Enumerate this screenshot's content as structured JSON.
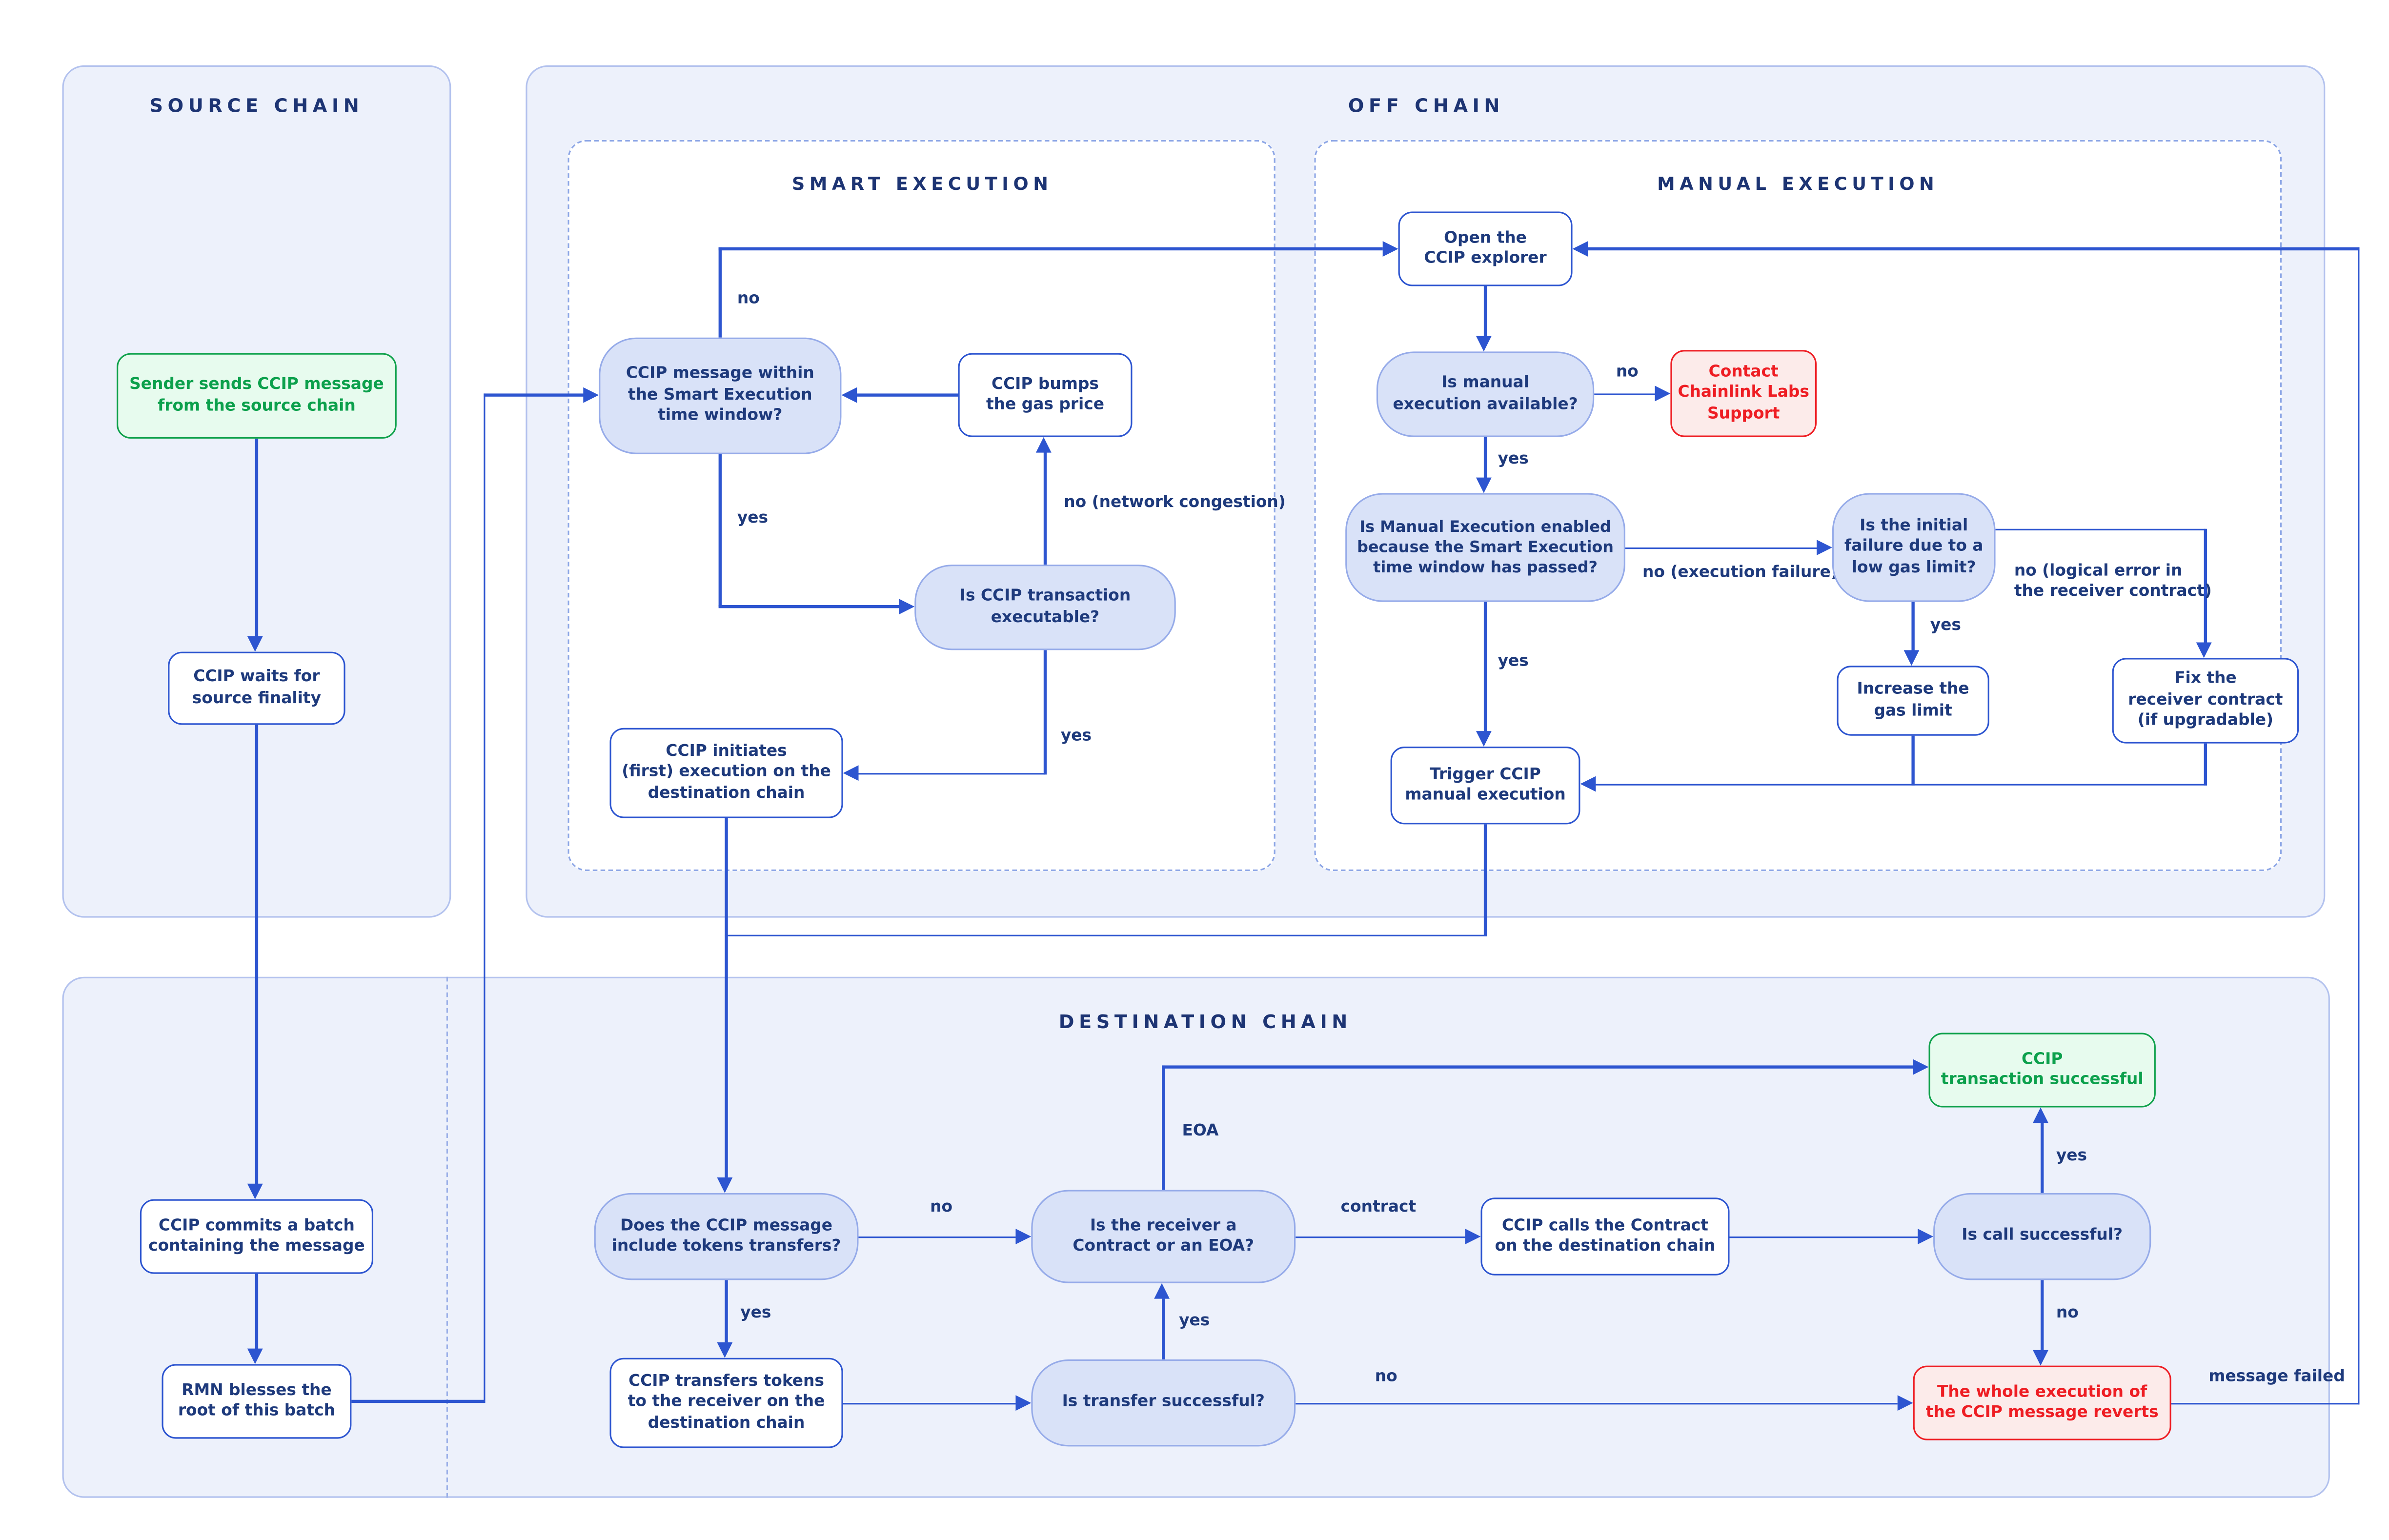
{
  "sections": {
    "source_chain": {
      "title": "SOURCE CHAIN"
    },
    "off_chain": {
      "title": "OFF CHAIN"
    },
    "smart_execution": {
      "title": "SMART EXECUTION"
    },
    "manual_execution": {
      "title": "MANUAL EXECUTION"
    },
    "destination_chain": {
      "title": "DESTINATION CHAIN"
    }
  },
  "colors": {
    "flow_line": "#2d55d0",
    "navy_text": "#1e3a7c",
    "decision_fill": "#d9e2f8",
    "container_fill": "#edf1fb",
    "success_green": "#0fa14b",
    "error_red": "#ee1d23"
  },
  "nodes": {
    "sender": {
      "type": "start",
      "label": "Sender sends CCIP message\nfrom the source chain"
    },
    "waits": {
      "type": "process",
      "label": "CCIP waits for\nsource finality"
    },
    "commits": {
      "type": "process",
      "label": "CCIP commits a batch\ncontaining the message"
    },
    "rmn": {
      "type": "process",
      "label": "RMN blesses the\nroot of this batch"
    },
    "msg_within": {
      "type": "decision",
      "label": "CCIP message within\nthe Smart Execution\ntime window?"
    },
    "bumps": {
      "type": "process",
      "label": "CCIP bumps\nthe gas price"
    },
    "executable": {
      "type": "decision",
      "label": "Is CCIP transaction\nexecutable?"
    },
    "initiates": {
      "type": "process",
      "label": "CCIP initiates\n(first) execution on the\ndestination chain"
    },
    "open_explorer": {
      "type": "process",
      "label": "Open the\nCCIP explorer"
    },
    "manual_avail": {
      "type": "decision",
      "label": "Is manual\nexecution available?"
    },
    "contact_support": {
      "type": "error",
      "label": "Contact\nChainlink Labs\nSupport"
    },
    "manual_enabled": {
      "type": "decision",
      "label": "Is Manual Execution enabled\nbecause the Smart Execution\ntime window has passed?"
    },
    "initial_failure": {
      "type": "decision",
      "label": "Is the initial\nfailure due to a\nlow gas limit?"
    },
    "increase_gas": {
      "type": "process",
      "label": "Increase the\ngas limit"
    },
    "fix_receiver": {
      "type": "process",
      "label": "Fix the\nreceiver contract\n(if upgradable)"
    },
    "trigger_manual": {
      "type": "process",
      "label": "Trigger CCIP\nmanual execution"
    },
    "tokens_q": {
      "type": "decision",
      "label": "Does the CCIP message\ninclude tokens transfers?"
    },
    "receiver_q": {
      "type": "decision",
      "label": "Is the receiver a\nContract or an EOA?"
    },
    "ccip_calls": {
      "type": "process",
      "label": "CCIP calls the Contract\non the destination chain"
    },
    "call_success": {
      "type": "decision",
      "label": "Is call successful?"
    },
    "tx_success": {
      "type": "success",
      "label": "CCIP\ntransaction successful"
    },
    "transfers_tokens": {
      "type": "process",
      "label": "CCIP transfers tokens\nto the receiver on the\ndestination chain"
    },
    "transfer_success": {
      "type": "decision",
      "label": "Is transfer successful?"
    },
    "reverts": {
      "type": "error",
      "label": "The whole execution of\nthe CCIP message reverts"
    }
  },
  "edge_labels": {
    "no_top": "no",
    "yes_window": "yes",
    "no_congestion": "no (network congestion)",
    "yes_executable": "yes",
    "no_manual": "no",
    "yes_manual": "yes",
    "no_exec_failure": "no (execution failure)",
    "yes_enabled": "yes",
    "yes_gas": "yes",
    "no_logical": "no (logical error in\nthe receiver contract)",
    "no_tokens": "no",
    "yes_tokens": "yes",
    "eoa": "EOA",
    "contract": "contract",
    "yes_call": "yes",
    "no_call": "no",
    "yes_transfer": "yes",
    "no_transfer": "no",
    "message_failed": "message failed"
  }
}
